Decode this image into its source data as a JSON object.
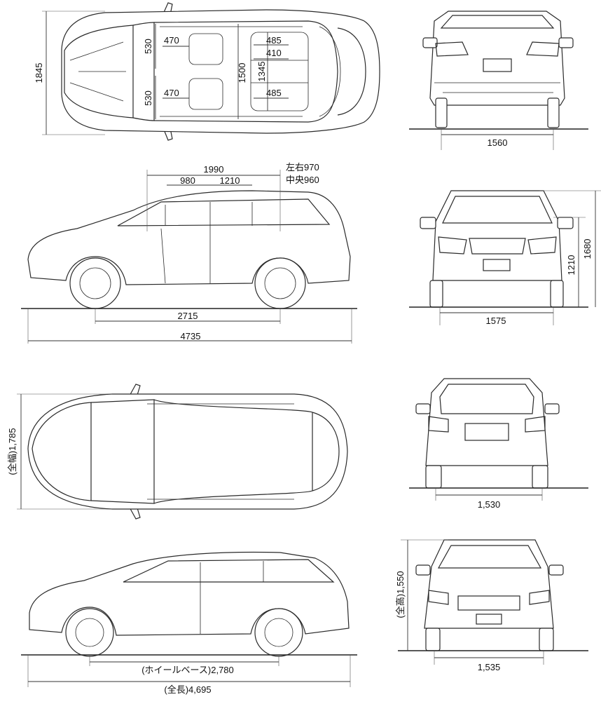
{
  "diagram": {
    "vehicle_1": {
      "top_view": {
        "overall_width": "1845",
        "front_seat_width_upper": "470",
        "front_seat_width_lower": "470",
        "front_half_width_upper": "530",
        "front_half_width_lower": "530",
        "cabin_width": "1500",
        "rear_seat_width_upper": "485",
        "rear_seat_center": "410",
        "rear_seat_width_lower": "485",
        "rear_cabin_width": "1345"
      },
      "side_view": {
        "cabin_length": "1990",
        "front_seat_span": "980",
        "rear_seat_span": "1210",
        "luggage_note_1": "左右970",
        "luggage_note_2": "中央960",
        "wheelbase": "2715",
        "overall_length": "4735"
      },
      "rear_view": {
        "rear_track": "1560"
      },
      "front_view": {
        "front_track": "1575",
        "overall_height": "1680",
        "interior_height": "1210"
      }
    },
    "vehicle_2": {
      "top_view": {
        "overall_width": "(全幅)1,785"
      },
      "side_view": {
        "wheelbase": "(ホイールベース)2,780",
        "overall_length": "(全長)4,695"
      },
      "rear_view": {
        "rear_track": "1,530"
      },
      "front_view": {
        "front_track": "1,535",
        "overall_height": "(全高)1,550"
      }
    }
  }
}
